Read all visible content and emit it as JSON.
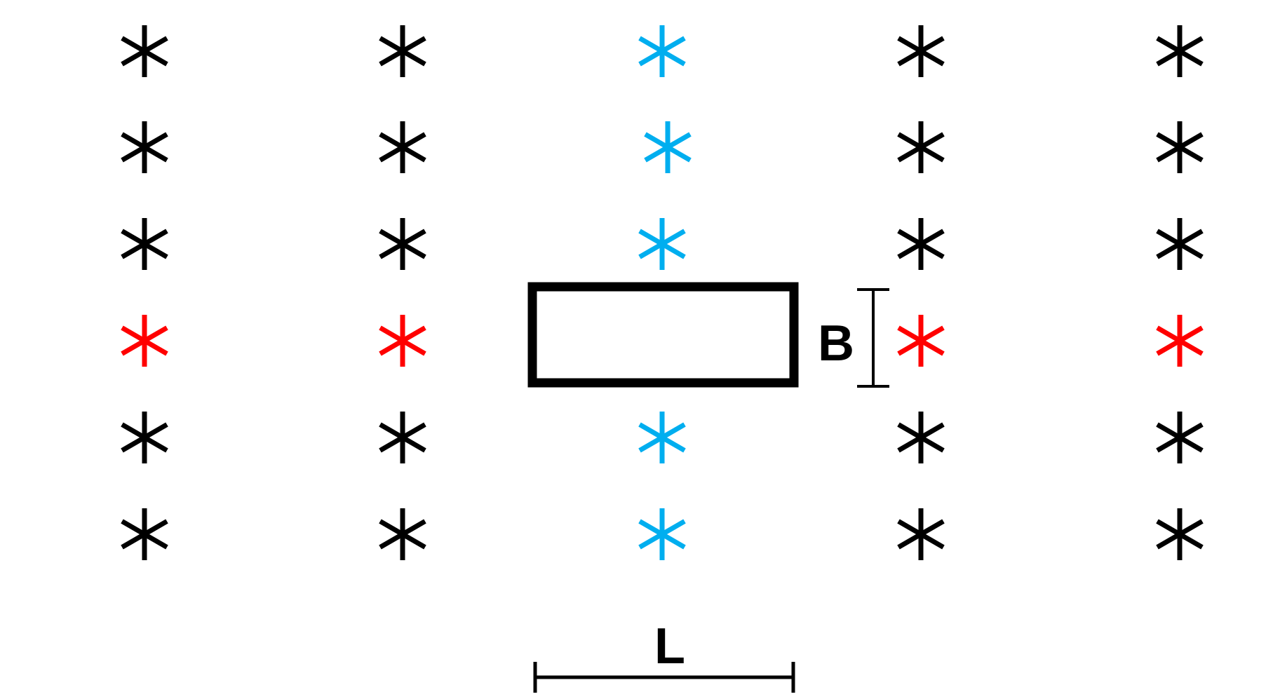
{
  "diagram": {
    "labels": {
      "width_label": "B",
      "length_label": "L"
    },
    "colors": {
      "default": "#000000",
      "column": "#00AEEF",
      "row": "#FF0000",
      "rectangle": "#000000",
      "background": "#ffffff"
    },
    "grid": {
      "columns": 5,
      "rows": 6,
      "rectangle_between_rows": [
        3,
        4
      ],
      "rectangle_column": 3,
      "highlight_column": 3,
      "highlight_row": 4,
      "marker_icon": "asterisk-icon"
    }
  }
}
